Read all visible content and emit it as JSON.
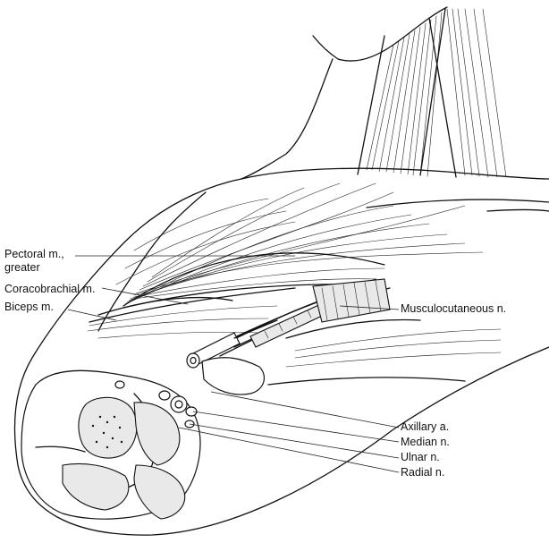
{
  "labels": {
    "pectoral_line1": "Pectoral m.,",
    "pectoral_line2": "greater",
    "coracobrachial": "Coracobrachial m.",
    "biceps": "Biceps m.",
    "musculocutaneous": "Musculocutaneous n.",
    "axillary": "Axillary a.",
    "median": "Median n.",
    "ulnar": "Ulnar n.",
    "radial": "Radial n."
  }
}
